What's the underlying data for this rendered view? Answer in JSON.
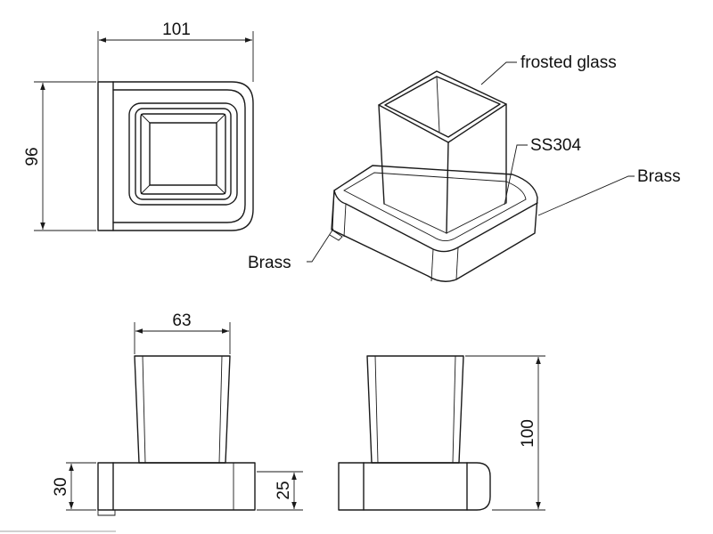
{
  "dimensions": {
    "top_width": "101",
    "top_height": "96",
    "cup_width": "63",
    "base_height_left": "30",
    "base_height_right": "25",
    "total_height": "100"
  },
  "labels": {
    "frosted_glass": "frosted glass",
    "ss304": "SS304",
    "brass_right": "Brass",
    "brass_left": "Brass"
  },
  "colors": {
    "line": "#1a1a1a",
    "background": "#ffffff"
  }
}
